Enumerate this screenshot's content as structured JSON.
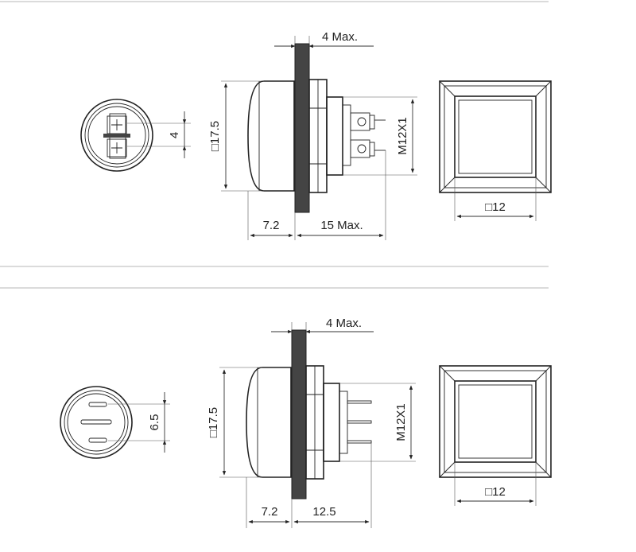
{
  "drawings": [
    {
      "id": "solder-lug-type",
      "front_dim": "4",
      "panel_max": "4 Max.",
      "cap_size": "□17.5",
      "thread": "M12X1",
      "cap_depth": "7.2",
      "behind_panel": "15 Max.",
      "button_size": "□12"
    },
    {
      "id": "pin-type",
      "front_dim": "6.5",
      "panel_max": "4 Max.",
      "cap_size": "□17.5",
      "thread": "M12X1",
      "cap_depth": "7.2",
      "behind_panel": "12.5",
      "button_size": "□12"
    }
  ]
}
